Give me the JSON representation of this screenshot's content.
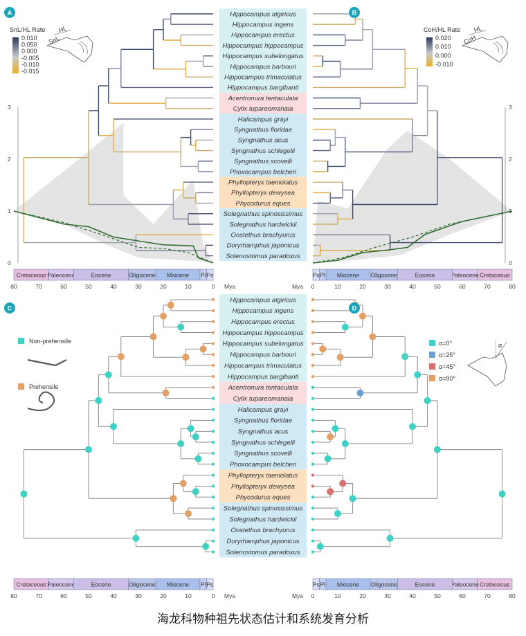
{
  "panels": {
    "a": {
      "badge": "A",
      "legend_title": "SnL/HL Rate",
      "legend_ticks": [
        "0.010",
        "0.050",
        "0.000",
        "-0.005",
        "-0.010",
        "-0.015"
      ],
      "schematic_labels": [
        "HL",
        "SnL"
      ]
    },
    "b": {
      "badge": "B",
      "legend_title": "CoH/HL Rate",
      "legend_ticks": [
        "0.020",
        "0.010",
        "0.000",
        "-0.010"
      ],
      "schematic_labels": [
        "HL",
        "CoH"
      ]
    },
    "c": {
      "badge": "C",
      "legend": [
        {
          "label": "Non-prehensile",
          "color": "#3fd1c3"
        },
        {
          "label": "Prehensile",
          "color": "#e3a066"
        }
      ]
    },
    "d": {
      "badge": "D",
      "legend": [
        {
          "label": "α=0°",
          "color": "#3fd1c3"
        },
        {
          "label": "α=25°",
          "color": "#6f9fcc"
        },
        {
          "label": "α=45°",
          "color": "#d97070"
        },
        {
          "label": "α=90°",
          "color": "#e3a066"
        }
      ],
      "schematic_label": "α"
    }
  },
  "taxa": [
    "Hippocampus algiricus",
    "Hippocampus ingens",
    "Hippocampus erectus",
    "Hippocampus hippocampus",
    "Hippocampus subelongatus",
    "Hippocampus barbouri",
    "Hippocampus trimaculatus",
    "Hippocampus bargibanti",
    "Acentronura tentaculata",
    "Cylix tupareomanaia",
    "Halicampus grayi",
    "Syngnathus floridae",
    "Syngnathus acus",
    "Syngnathus schlegelli",
    "Syngnathus scovelli",
    "Phoxocampus belcheri",
    "Phyllopteryx taeniolatus",
    "Phyllopteryx dewysea",
    "Phycodurus eques",
    "Solegnathus spinosissimus",
    "Solegnathus hardwickii",
    "Oostethus brachyurus",
    "Doryrhamphus japonicus",
    "Solenostomus paradoxus"
  ],
  "y_axis_ticks": [
    "0",
    "1",
    "2",
    "3"
  ],
  "time_ticks": [
    "80",
    "70",
    "60",
    "50",
    "40",
    "30",
    "20",
    "10",
    "0"
  ],
  "time_unit": "Mya",
  "eras": [
    {
      "name": "Cretaceous",
      "from": 80,
      "to": 66,
      "color": "#e7bfe0"
    },
    {
      "name": "Paleocene",
      "from": 66,
      "to": 56,
      "color": "#d7c8ec"
    },
    {
      "name": "Eocene",
      "from": 56,
      "to": 34,
      "color": "#cbbfe8"
    },
    {
      "name": "Oligocene",
      "from": 34,
      "to": 23,
      "color": "#b9c4e8"
    },
    {
      "name": "Miocene",
      "from": 23,
      "to": 5.3,
      "color": "#a9c0ea"
    },
    {
      "name": "Pl",
      "from": 5.3,
      "to": 2.6,
      "color": "#c3cff0"
    },
    {
      "name": "Ps",
      "from": 2.6,
      "to": 0,
      "color": "#d8dff5"
    }
  ],
  "caption": "海龙科物种祖先状态估计和系统发育分析"
}
